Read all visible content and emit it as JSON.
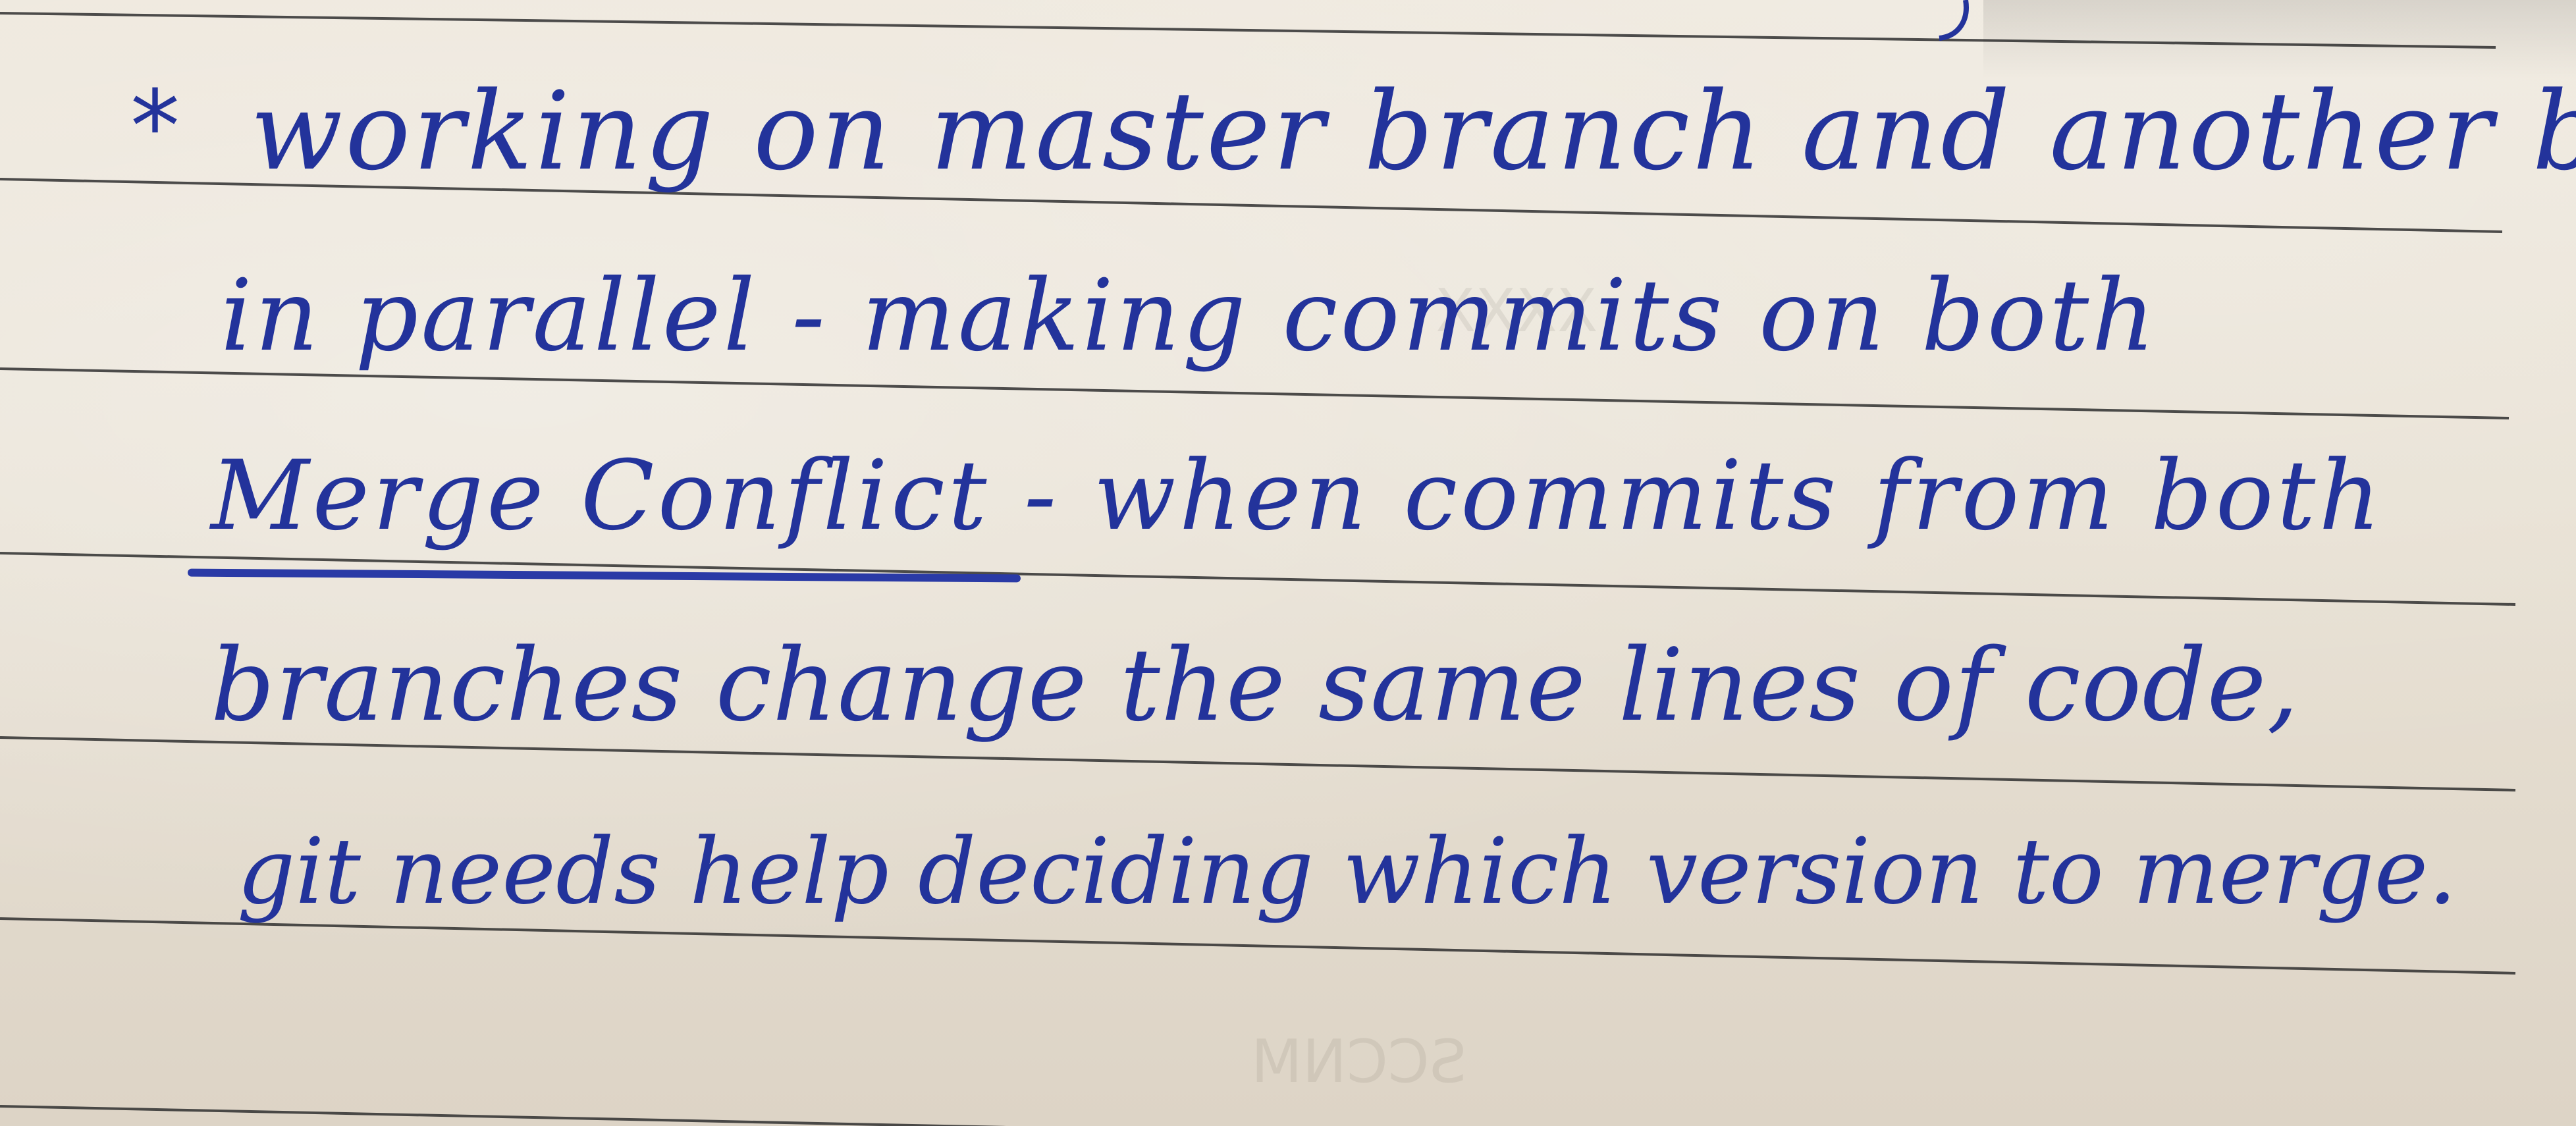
{
  "notebook": {
    "bullet_symbol": "*",
    "lines": [
      "working on master branch  and  another branch",
      "in parallel - making commits on both",
      "Merge Conflict - when commits from both",
      "branches change the same lines of code,",
      "git needs help deciding which version to merge."
    ],
    "underlined_term": "Merge Conflict",
    "ink_color": "#23339b",
    "paper_color": "#e9e2d6",
    "rule_color": "#2b2b2b"
  }
}
